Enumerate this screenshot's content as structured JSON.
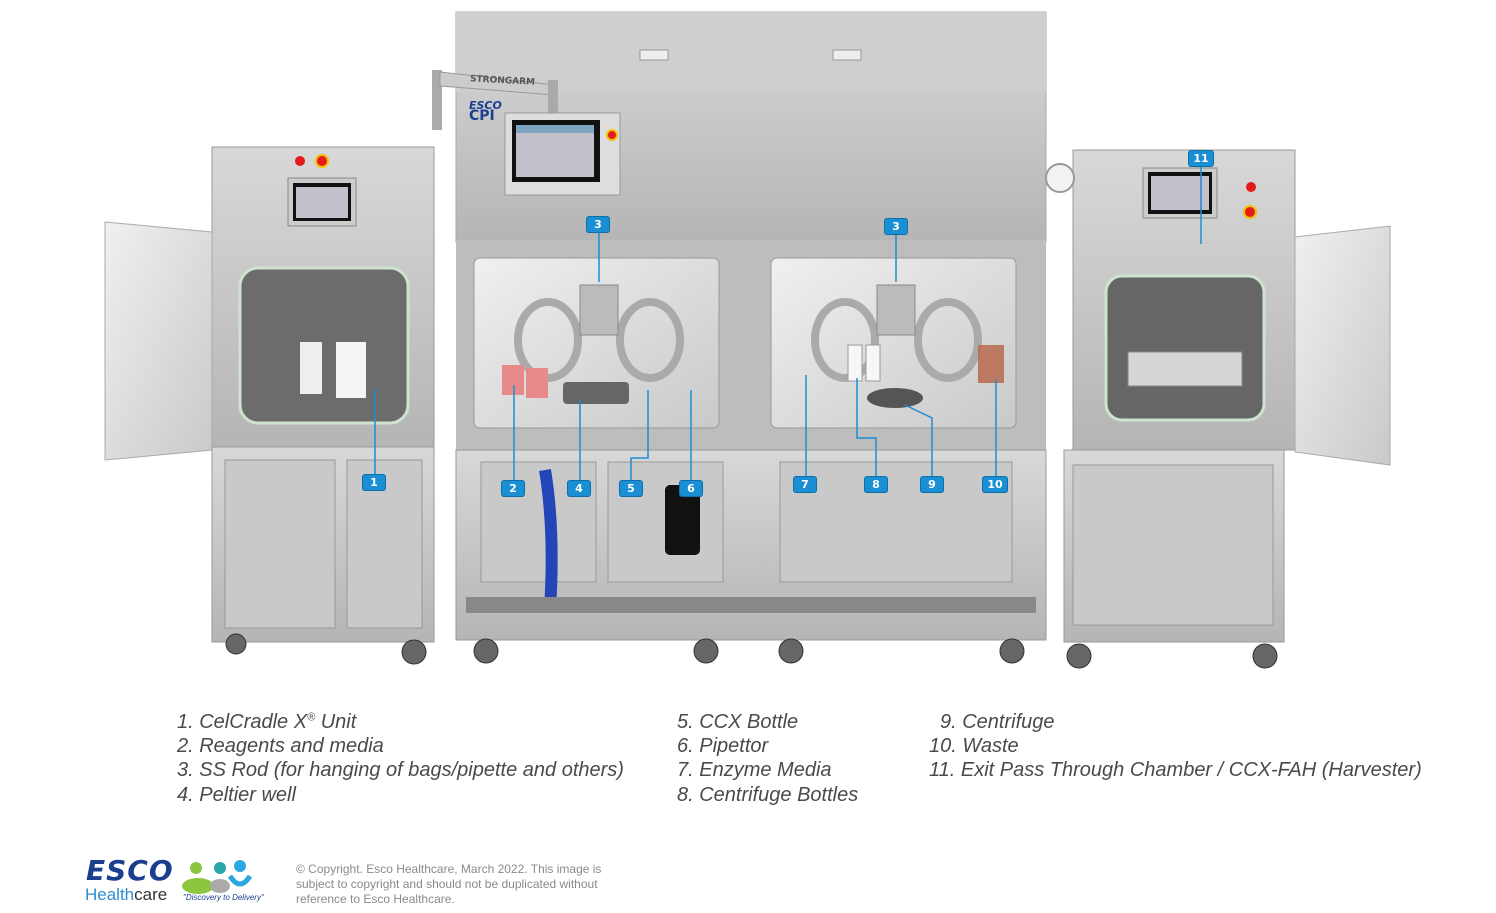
{
  "branding": {
    "strongarm_label": "STRONGARM",
    "panel_logo_top": "ESCO",
    "panel_logo_bottom": "CPI",
    "footer_logo_top": "ESCO",
    "footer_logo_health": "Health",
    "footer_logo_care": "care",
    "tagline": "\"Discovery to Delivery\""
  },
  "badges": [
    "1",
    "2",
    "3",
    "3",
    "4",
    "5",
    "6",
    "7",
    "8",
    "9",
    "10",
    "11"
  ],
  "legend": [
    {
      "text": "1. CelCradle X",
      "sup": "®",
      "suffix": " Unit"
    },
    {
      "text": "2. Reagents and media"
    },
    {
      "text": "3. SS Rod (for hanging of bags/pipette and others)"
    },
    {
      "text": "4. Peltier well"
    },
    {
      "text": "5. CCX Bottle"
    },
    {
      "text": "6. Pipettor"
    },
    {
      "text": "7. Enzyme Media"
    },
    {
      "text": "8. Centrifuge Bottles"
    },
    {
      "text": "9. Centrifuge"
    },
    {
      "text": "10. Waste"
    },
    {
      "text": "11. Exit Pass Through Chamber / CCX-FAH (Harvester)"
    }
  ],
  "copyright": "© Copyright. Esco Healthcare, March 2022. This image is subject to copyright and should not be duplicated without reference to Esco Healthcare.",
  "colors": {
    "badge": "#1b8fd3",
    "steel": "#c8c8c8",
    "logo_blue": "#1b3f8f"
  }
}
